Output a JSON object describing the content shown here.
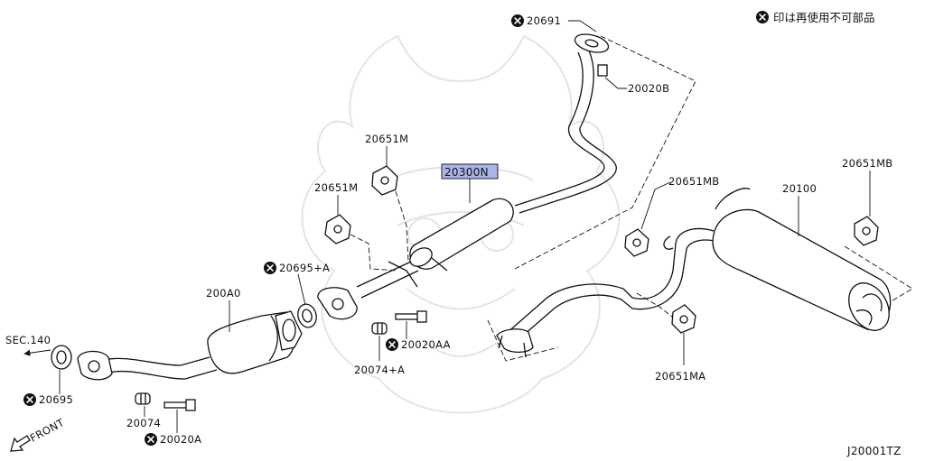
{
  "diagram": {
    "legend": {
      "icon": "cross-circle-icon",
      "text": "印は再使用不可部品"
    },
    "drawing_code": "J20001TZ",
    "highlight_color": "#aab4e6",
    "labels": {
      "p20691": "20691",
      "p20020B": "20020B",
      "p20651M_top": "20651M",
      "p20651M_left": "20651M",
      "p20300N": "20300N",
      "p20651MB_left": "20651MB",
      "p20100": "20100",
      "p20651MB_right": "20651MB",
      "p20695A": "20695+A",
      "p200A0": "200A0",
      "sec140": "SEC.140",
      "p20695": "20695",
      "p20074": "20074",
      "p20020A": "20020A",
      "p20074A": "20074+A",
      "p20020AA": "20020AA",
      "p20651MA": "20651MA",
      "front": "FRONT"
    }
  }
}
